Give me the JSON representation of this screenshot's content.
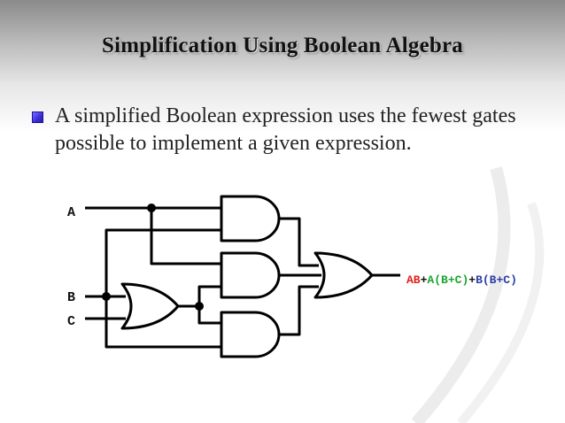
{
  "slide": {
    "title": "Simplification Using Boolean Algebra",
    "bullet": "A simplified Boolean expression uses the fewest gates possible to implement a given expression."
  },
  "diagram": {
    "input_a": "A",
    "input_b": "B",
    "input_c": "C",
    "output_expression": [
      {
        "text": "AB",
        "color": "#e0201a"
      },
      {
        "text": "+",
        "color": "#111111"
      },
      {
        "text": "A",
        "color": "#1aa531"
      },
      {
        "text": "(B+C)",
        "color": "#1aa531"
      },
      {
        "text": "+",
        "color": "#111111"
      },
      {
        "text": "B(B+C)",
        "color": "#2d3ea8"
      }
    ]
  },
  "colors": {
    "bullet": "#3a2bd6",
    "wire": "#000000"
  }
}
